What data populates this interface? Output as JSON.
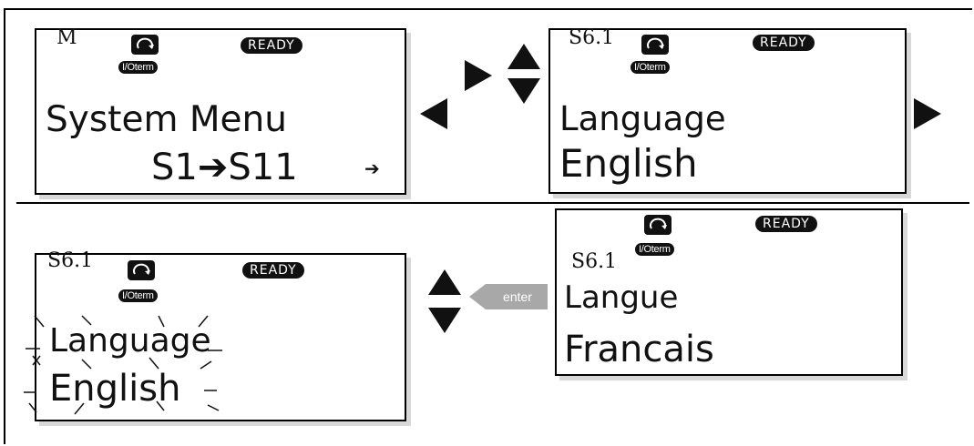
{
  "panel_menu": {
    "code": "M",
    "status": "READY",
    "io": "I/Oterm",
    "rotation_icon": "rotation-direction-icon",
    "title": "System Menu",
    "range": "S1➔S11",
    "page_arrow": "➔"
  },
  "panel_lang_en": {
    "code": "S6.1",
    "status": "READY",
    "io": "I/Oterm",
    "rotation_icon": "rotation-direction-icon",
    "title": "Language",
    "value": "English"
  },
  "panel_lang_edit": {
    "code": "S6.1",
    "status": "READY",
    "io": "I/Oterm",
    "rotation_icon": "rotation-direction-icon",
    "title": "Language",
    "value": "English"
  },
  "panel_lang_fr": {
    "code": "S6.1",
    "status": "READY",
    "io": "I/Oterm",
    "rotation_icon": "rotation-direction-icon",
    "title": "Langue",
    "value": "Francais"
  },
  "buttons": {
    "enter_label": "enter",
    "icons": [
      "arrow-right-icon",
      "arrow-left-icon",
      "arrow-up-icon",
      "arrow-down-icon"
    ]
  }
}
